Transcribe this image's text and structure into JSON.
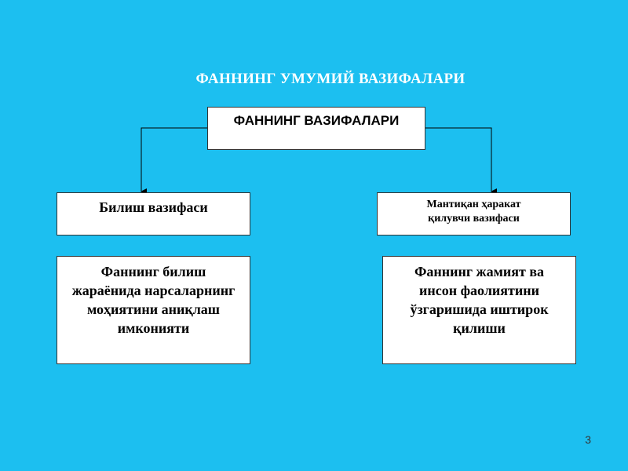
{
  "slide": {
    "title": "ФАННИНГ УМУМИЙ ВАЗИФАЛАРИ",
    "page_number": "3"
  },
  "diagram": {
    "root": "ФАННИНГ ВАЗИФАЛАРИ",
    "branches": [
      {
        "label_lines": [
          "Билиш вазифаси"
        ],
        "description_lines": [
          "Фаннинг билиш",
          "жараёнида нарсаларнинг",
          "моҳиятини аниқлаш",
          "имконияти"
        ]
      },
      {
        "label_lines": [
          "Мантиқан ҳаракат",
          "қилувчи вазифаси"
        ],
        "description_lines": [
          "Фаннинг жамият ва",
          "инсон фаолиятини",
          "ўзгаришида иштирок",
          "қилиши"
        ]
      }
    ]
  },
  "colors": {
    "background": "#1cbff0",
    "box_fill": "#ffffff",
    "title_text": "#ffffff"
  }
}
